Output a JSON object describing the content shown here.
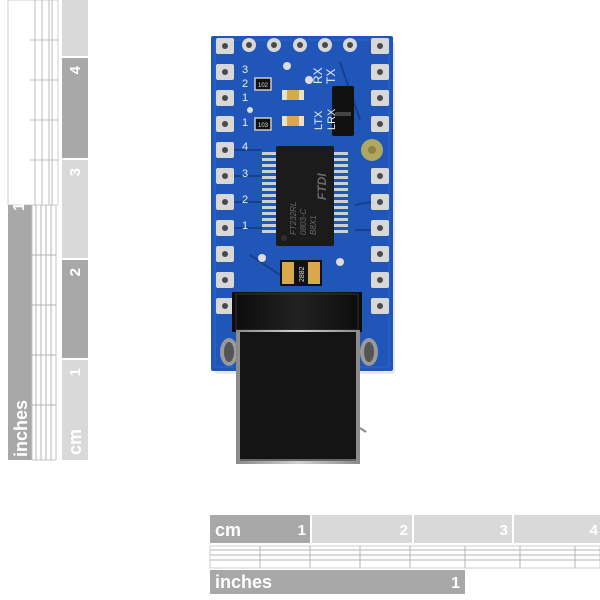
{
  "ruler_vertical": {
    "unit_cm": "cm",
    "unit_inches": "inches",
    "cm_labels": [
      "1",
      "2",
      "3",
      "4"
    ],
    "inch_labels": [
      "1"
    ]
  },
  "ruler_horizontal": {
    "unit_cm": "cm",
    "unit_inches": "inches",
    "cm_labels": [
      "1",
      "2",
      "3",
      "4"
    ],
    "inch_labels": [
      "1"
    ]
  },
  "board": {
    "silkscreen_top": [
      "3",
      "1"
    ],
    "silkscreen_left": [
      "2",
      "1",
      "4",
      "3",
      "2",
      "1"
    ],
    "silkscreen_signals": [
      "RX",
      "TX"
    ],
    "silkscreen_leds": [
      "LTX",
      "LRX"
    ],
    "chip_text": [
      "FT232RL",
      "0803-C",
      "B8X1",
      "FTDI"
    ],
    "resistor_labels": [
      "102",
      "103",
      "2882"
    ]
  },
  "colors": {
    "pcb": "#1f56b8",
    "pcb_dark": "#163f8f",
    "pad": "#d8d8d8",
    "chip": "#1b1b1b",
    "usb": "#121212",
    "ruler_dark": "#a8a8a8",
    "ruler_light": "#d9d9d9"
  }
}
